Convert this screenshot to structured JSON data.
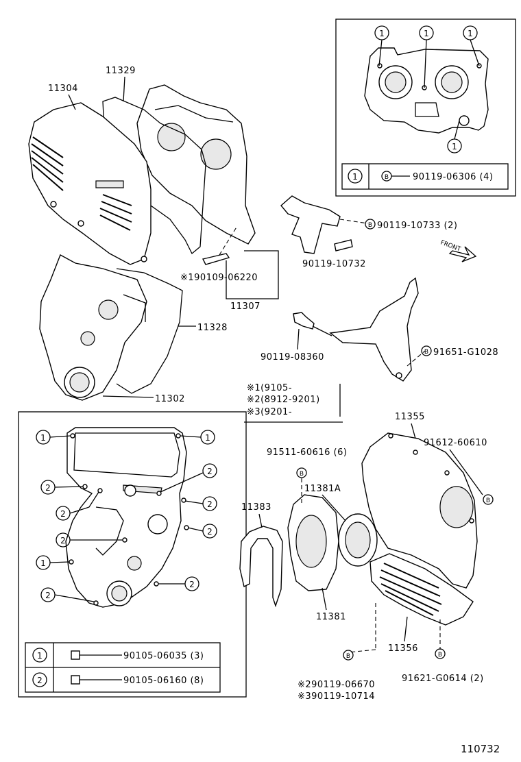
{
  "parts": {
    "p11304": "11304",
    "p11329": "11329",
    "p11307": "11307",
    "p90109": "※190109-06220",
    "p11328": "11328",
    "p11302": "11302",
    "p90119_10733": "90119-10733 (2)",
    "p90119_10732": "90119-10732",
    "p90119_08360": "90119-08360",
    "p91651": "91651-G1028",
    "p11355": "11355",
    "p91612": "91612-60610",
    "p91511": "91511-60616 (6)",
    "p11381A": "11381A",
    "p11383": "11383",
    "p11381": "11381",
    "p11356": "11356",
    "p90119_06670": "※290119-06670",
    "p90119_10714": "※390119-10714",
    "p91621": "91621-G0614 (2)",
    "front": "FRONT"
  },
  "notes": {
    "n1": "※1(9105-",
    "n2": "※2(8912-9201)",
    "n3": "※3(9201-"
  },
  "inset_top": {
    "key": "①",
    "bolt": "90119-06306 (4)",
    "bolt_marker": "B"
  },
  "inset_bottom": {
    "row1_key": "①",
    "row1_bolt": "90105-06035 (3)",
    "row2_key": "②",
    "row2_bolt": "90105-06160 (8)"
  },
  "markers": {
    "one": "1",
    "two": "2",
    "b": "B"
  },
  "figure_id": "110732"
}
